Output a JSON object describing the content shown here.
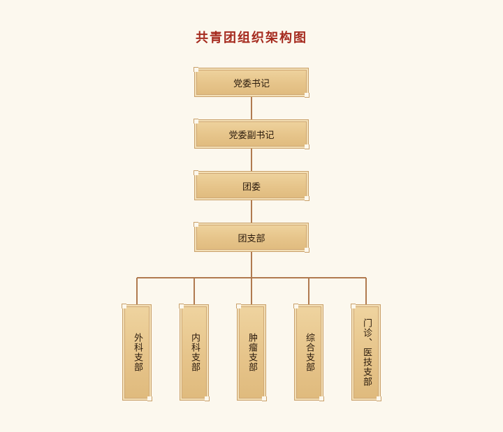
{
  "title": "共青团组织架构图",
  "colors": {
    "background": "#fcf8ee",
    "title": "#a52a1e",
    "box": "#e6c48a",
    "line": "#b07a4f"
  },
  "nodes": {
    "party_secretary": "党委书记",
    "deputy_party_secretary": "党委副书记",
    "league_committee": "团委",
    "league_branch": "团支部"
  },
  "branches": [
    "外科支部",
    "内科支部",
    "肿瘤支部",
    "综合支部",
    "门诊、医技支部"
  ]
}
